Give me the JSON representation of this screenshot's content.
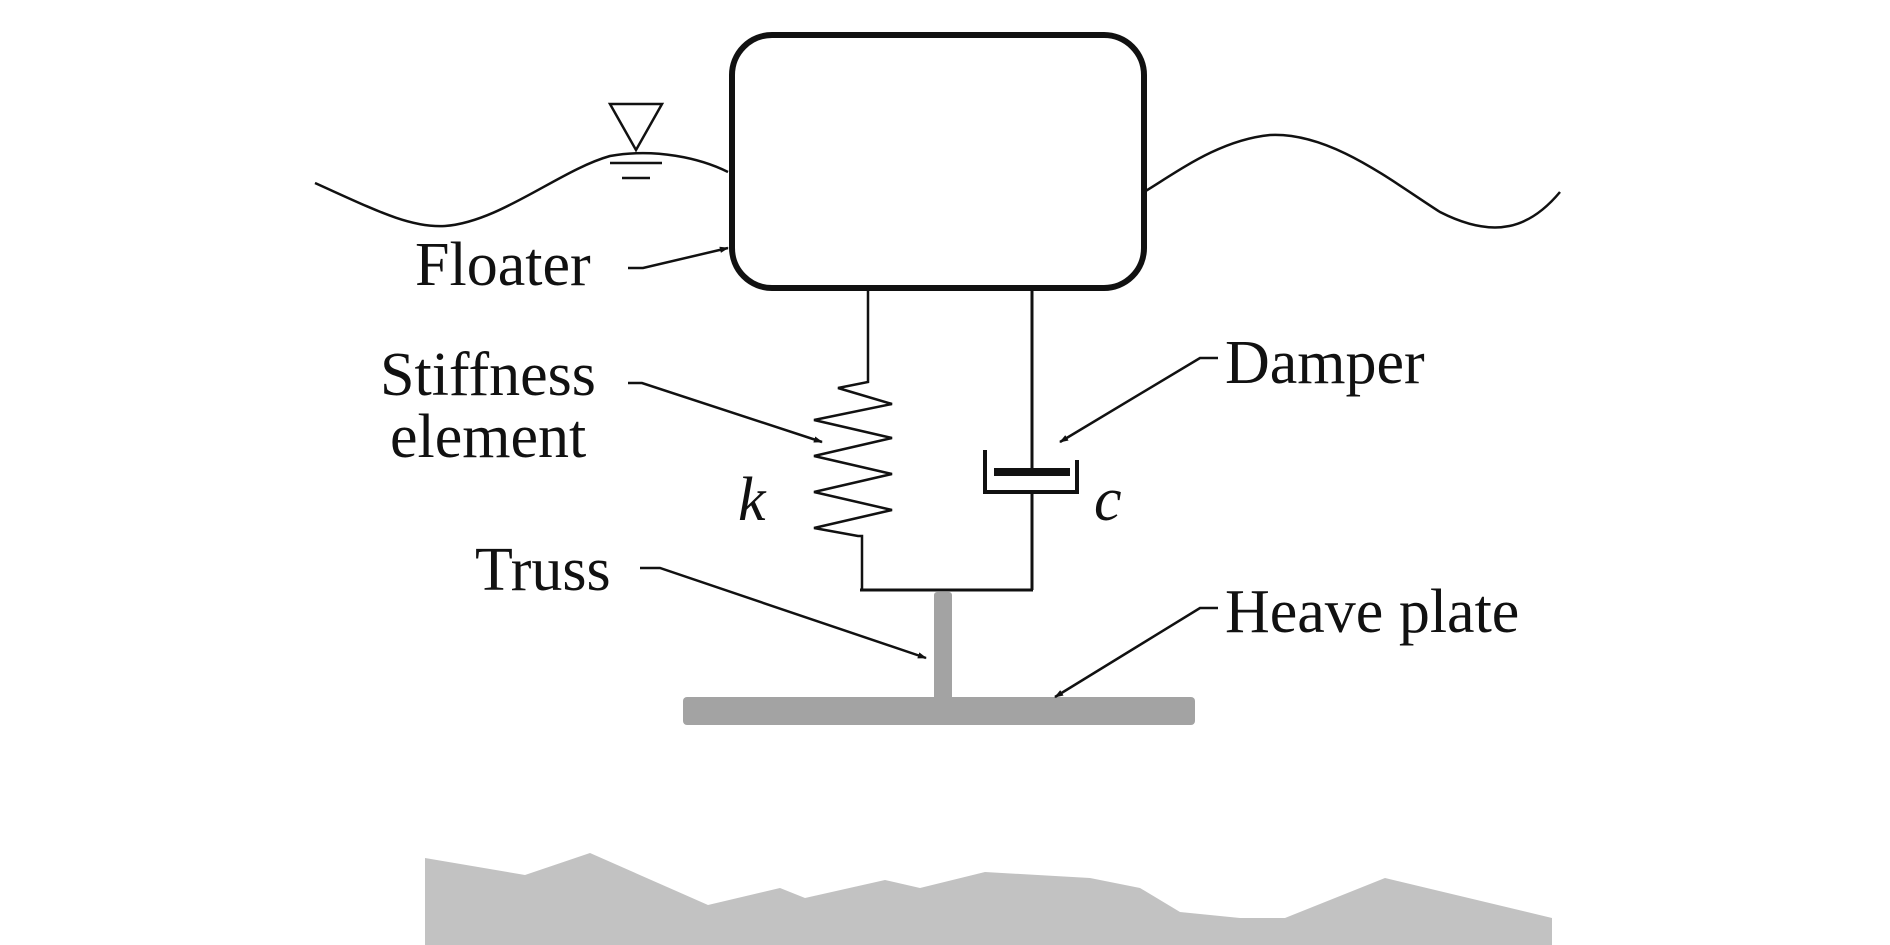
{
  "labels": {
    "floater": "Floater",
    "stiffness_line1": "Stiffness",
    "stiffness_line2": "element",
    "stiffness_symbol": "k",
    "damper": "Damper",
    "damper_symbol": "c",
    "truss": "Truss",
    "heave_plate": "Heave plate"
  },
  "colors": {
    "line": "#111111",
    "heave_plate": "#a3a3a3",
    "seabed": "#c2c2c2",
    "background": "#ffffff"
  },
  "icons": {
    "water_level": "water-level-triangle-icon"
  }
}
